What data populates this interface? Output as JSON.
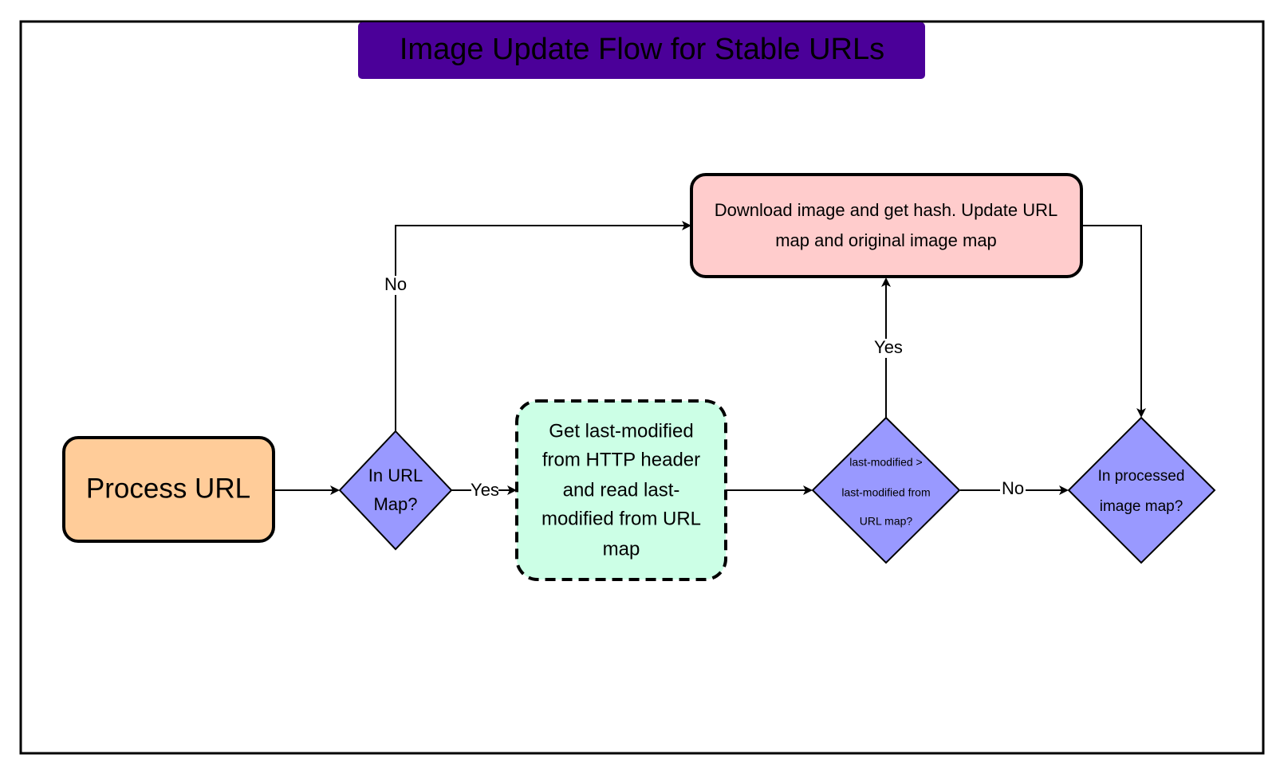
{
  "title": {
    "text": "Image Update Flow for Stable URLs",
    "bg_color": "#4B0099",
    "text_color": "#FFFFFF"
  },
  "nodes": {
    "process_url": {
      "lines": [
        "Process URL"
      ],
      "fill": "#FFCC99",
      "shape": "rounded-rectangle"
    },
    "in_url_map": {
      "lines": [
        "In URL",
        "Map?"
      ],
      "fill": "#9999FF",
      "shape": "diamond"
    },
    "get_last_modified": {
      "lines": [
        "Get last-modified",
        "from HTTP header",
        "and read last-",
        "modified from URL",
        "map"
      ],
      "fill": "#CCFFE6",
      "shape": "dashed-rounded-rectangle"
    },
    "compare_last_modified": {
      "lines": [
        "last-modified >",
        "last-modified from",
        "URL map?"
      ],
      "fill": "#9999FF",
      "shape": "diamond"
    },
    "in_processed_map": {
      "lines": [
        "In processed",
        "image map?"
      ],
      "fill": "#9999FF",
      "shape": "diamond"
    },
    "download_image": {
      "lines": [
        "Download image and get hash. Update URL",
        "map and original image map"
      ],
      "fill": "#FFCCCC",
      "shape": "rounded-rectangle"
    }
  },
  "edges": [
    {
      "from": "process_url",
      "to": "in_url_map",
      "label": ""
    },
    {
      "from": "in_url_map",
      "to": "get_last_modified",
      "label": "Yes"
    },
    {
      "from": "in_url_map",
      "to": "download_image",
      "label": "No"
    },
    {
      "from": "get_last_modified",
      "to": "compare_last_modified",
      "label": ""
    },
    {
      "from": "compare_last_modified",
      "to": "download_image",
      "label": "Yes"
    },
    {
      "from": "compare_last_modified",
      "to": "in_processed_map",
      "label": "No"
    },
    {
      "from": "download_image",
      "to": "in_processed_map",
      "label": ""
    }
  ]
}
